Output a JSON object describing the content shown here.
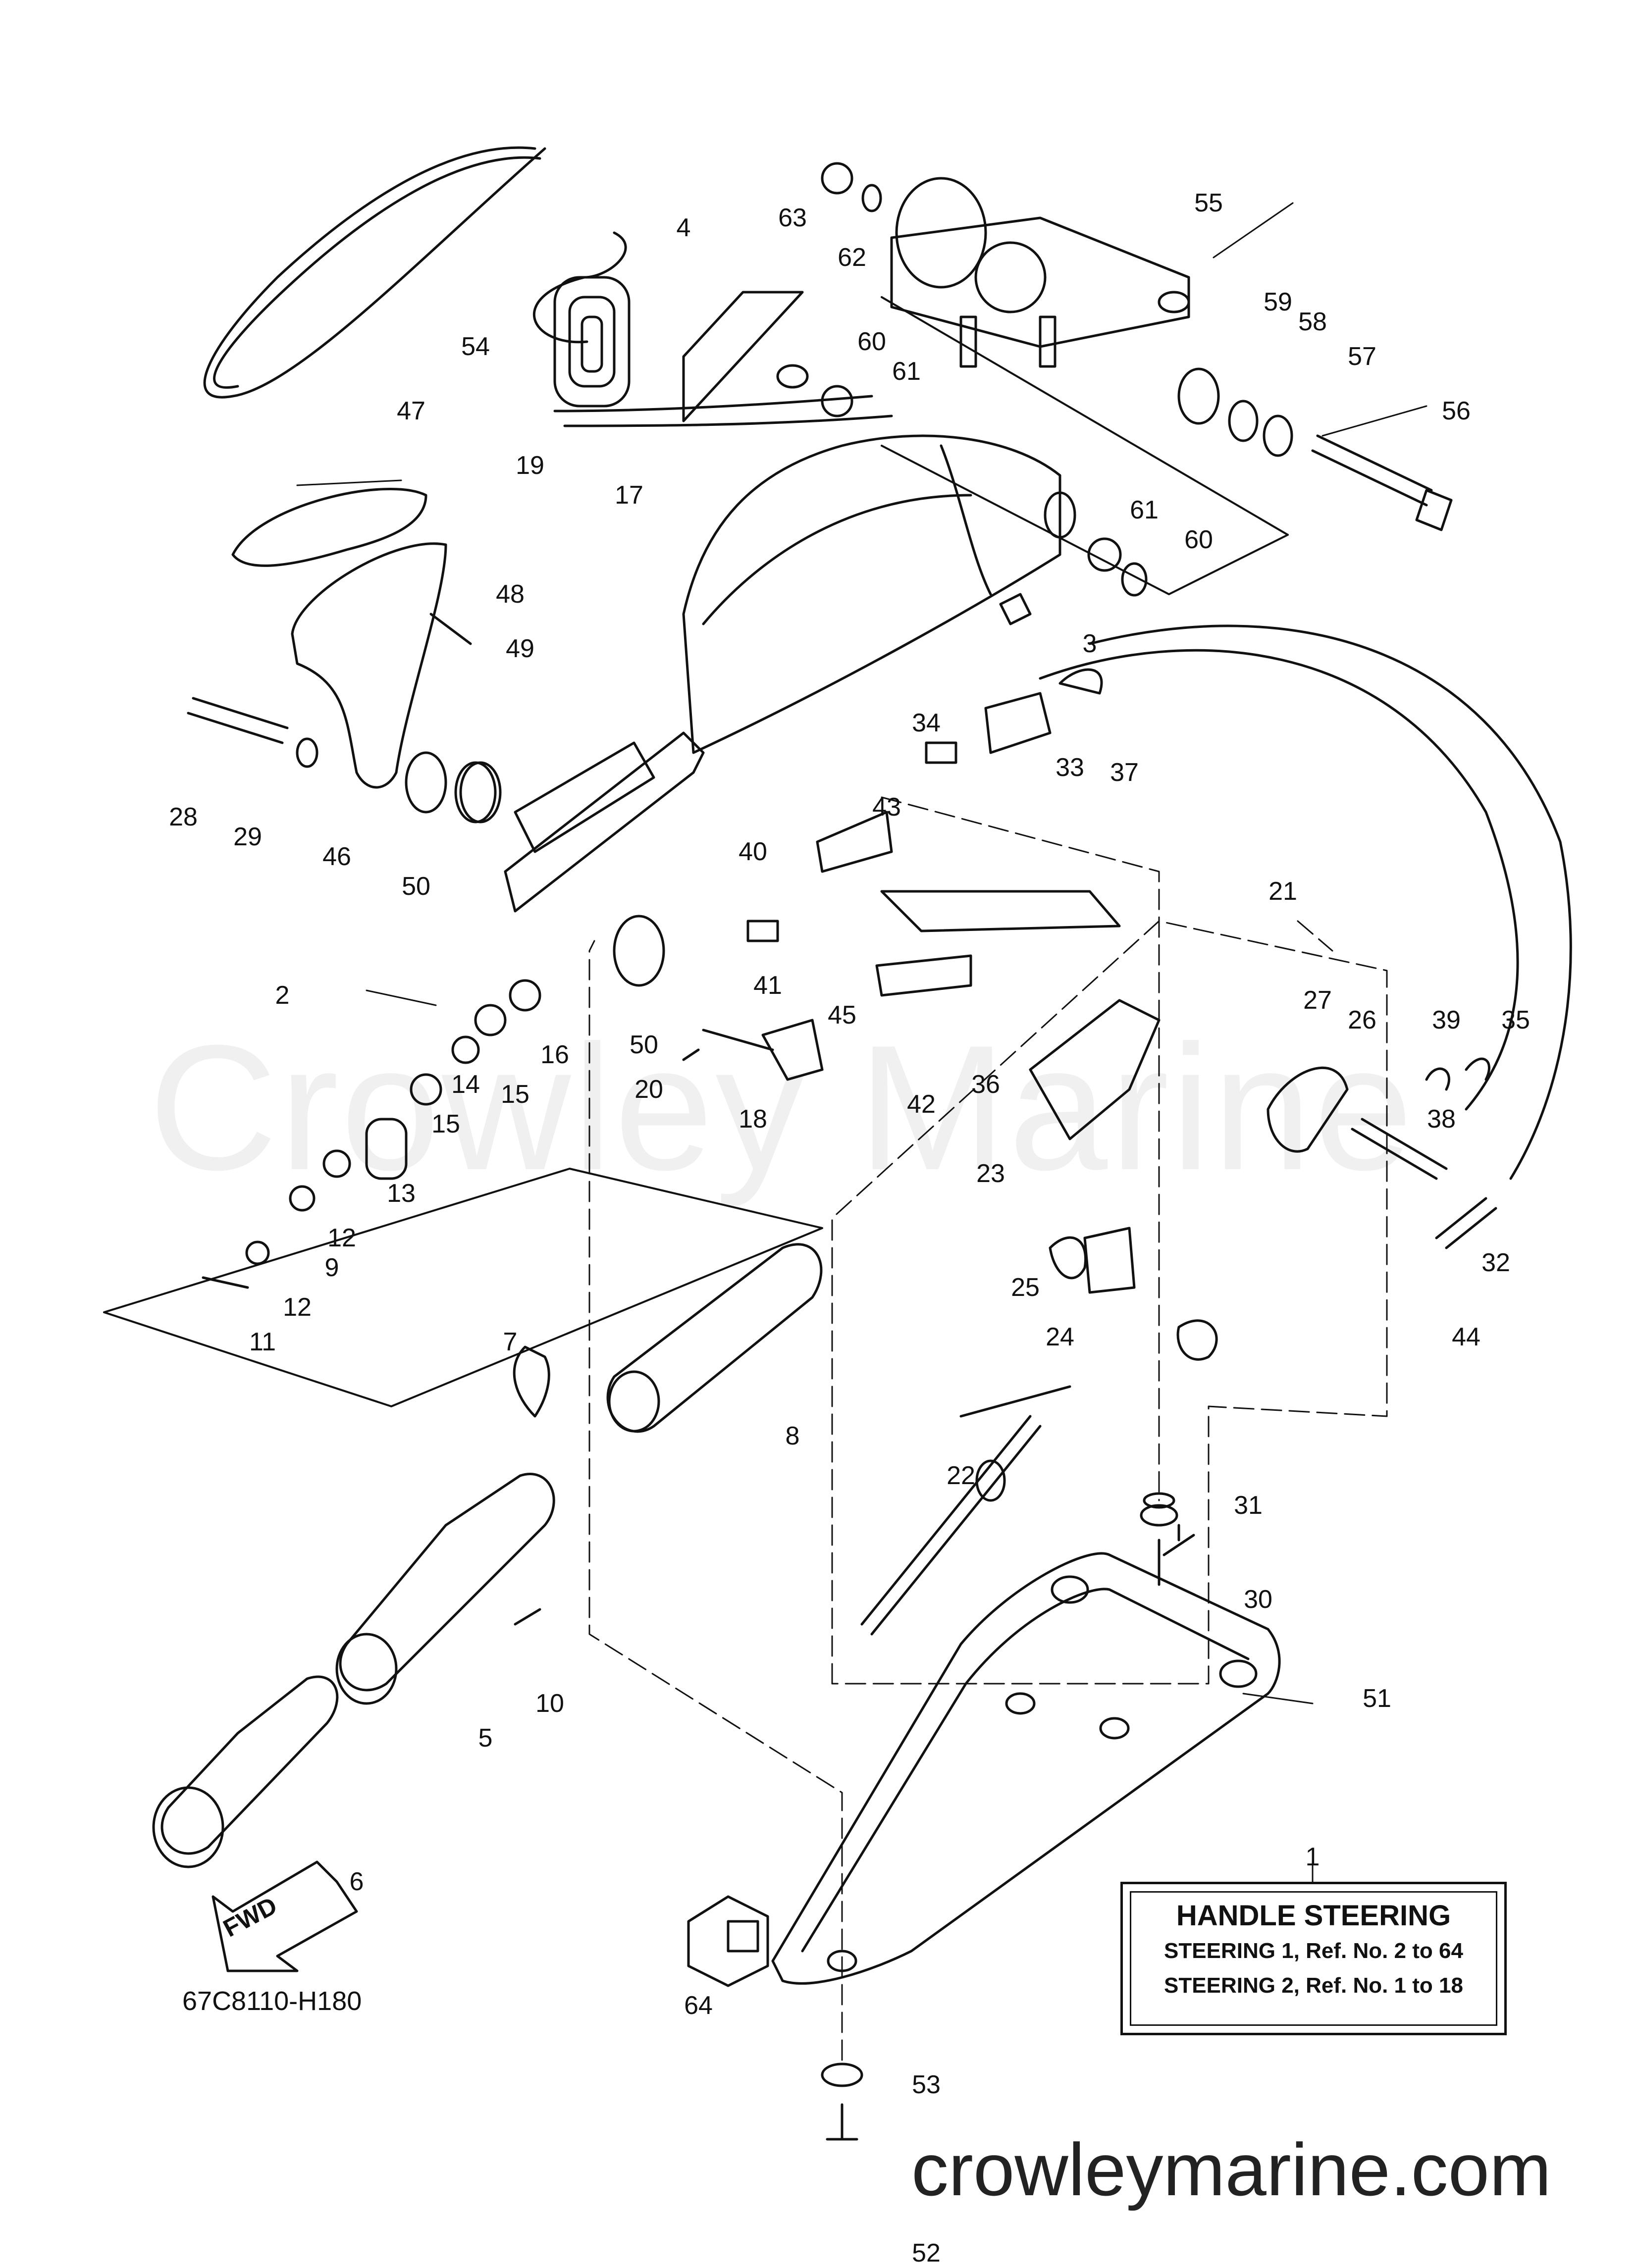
{
  "watermark": "Crowley Marine",
  "site_url": "crowleymarine.com",
  "diagram_code": "67C8110-H180",
  "fwd_label": "FWD",
  "legend": {
    "title": "HANDLE STEERING",
    "rows": [
      "STEERING 1,  Ref. No. 2 to 64",
      "STEERING 2,  Ref. No. 1 to 18"
    ]
  },
  "callouts": [
    "1",
    "2",
    "3",
    "4",
    "5",
    "6",
    "7",
    "8",
    "9",
    "10",
    "11",
    "12",
    "12",
    "13",
    "14",
    "15",
    "15",
    "16",
    "17",
    "18",
    "19",
    "20",
    "21",
    "22",
    "23",
    "24",
    "25",
    "26",
    "27",
    "28",
    "29",
    "30",
    "31",
    "32",
    "33",
    "34",
    "35",
    "36",
    "37",
    "38",
    "39",
    "40",
    "41",
    "42",
    "43",
    "44",
    "45",
    "46",
    "47",
    "48",
    "49",
    "50",
    "50",
    "51",
    "52",
    "53",
    "54",
    "55",
    "56",
    "57",
    "58",
    "59",
    "60",
    "60",
    "61",
    "61",
    "62",
    "63",
    "64"
  ]
}
